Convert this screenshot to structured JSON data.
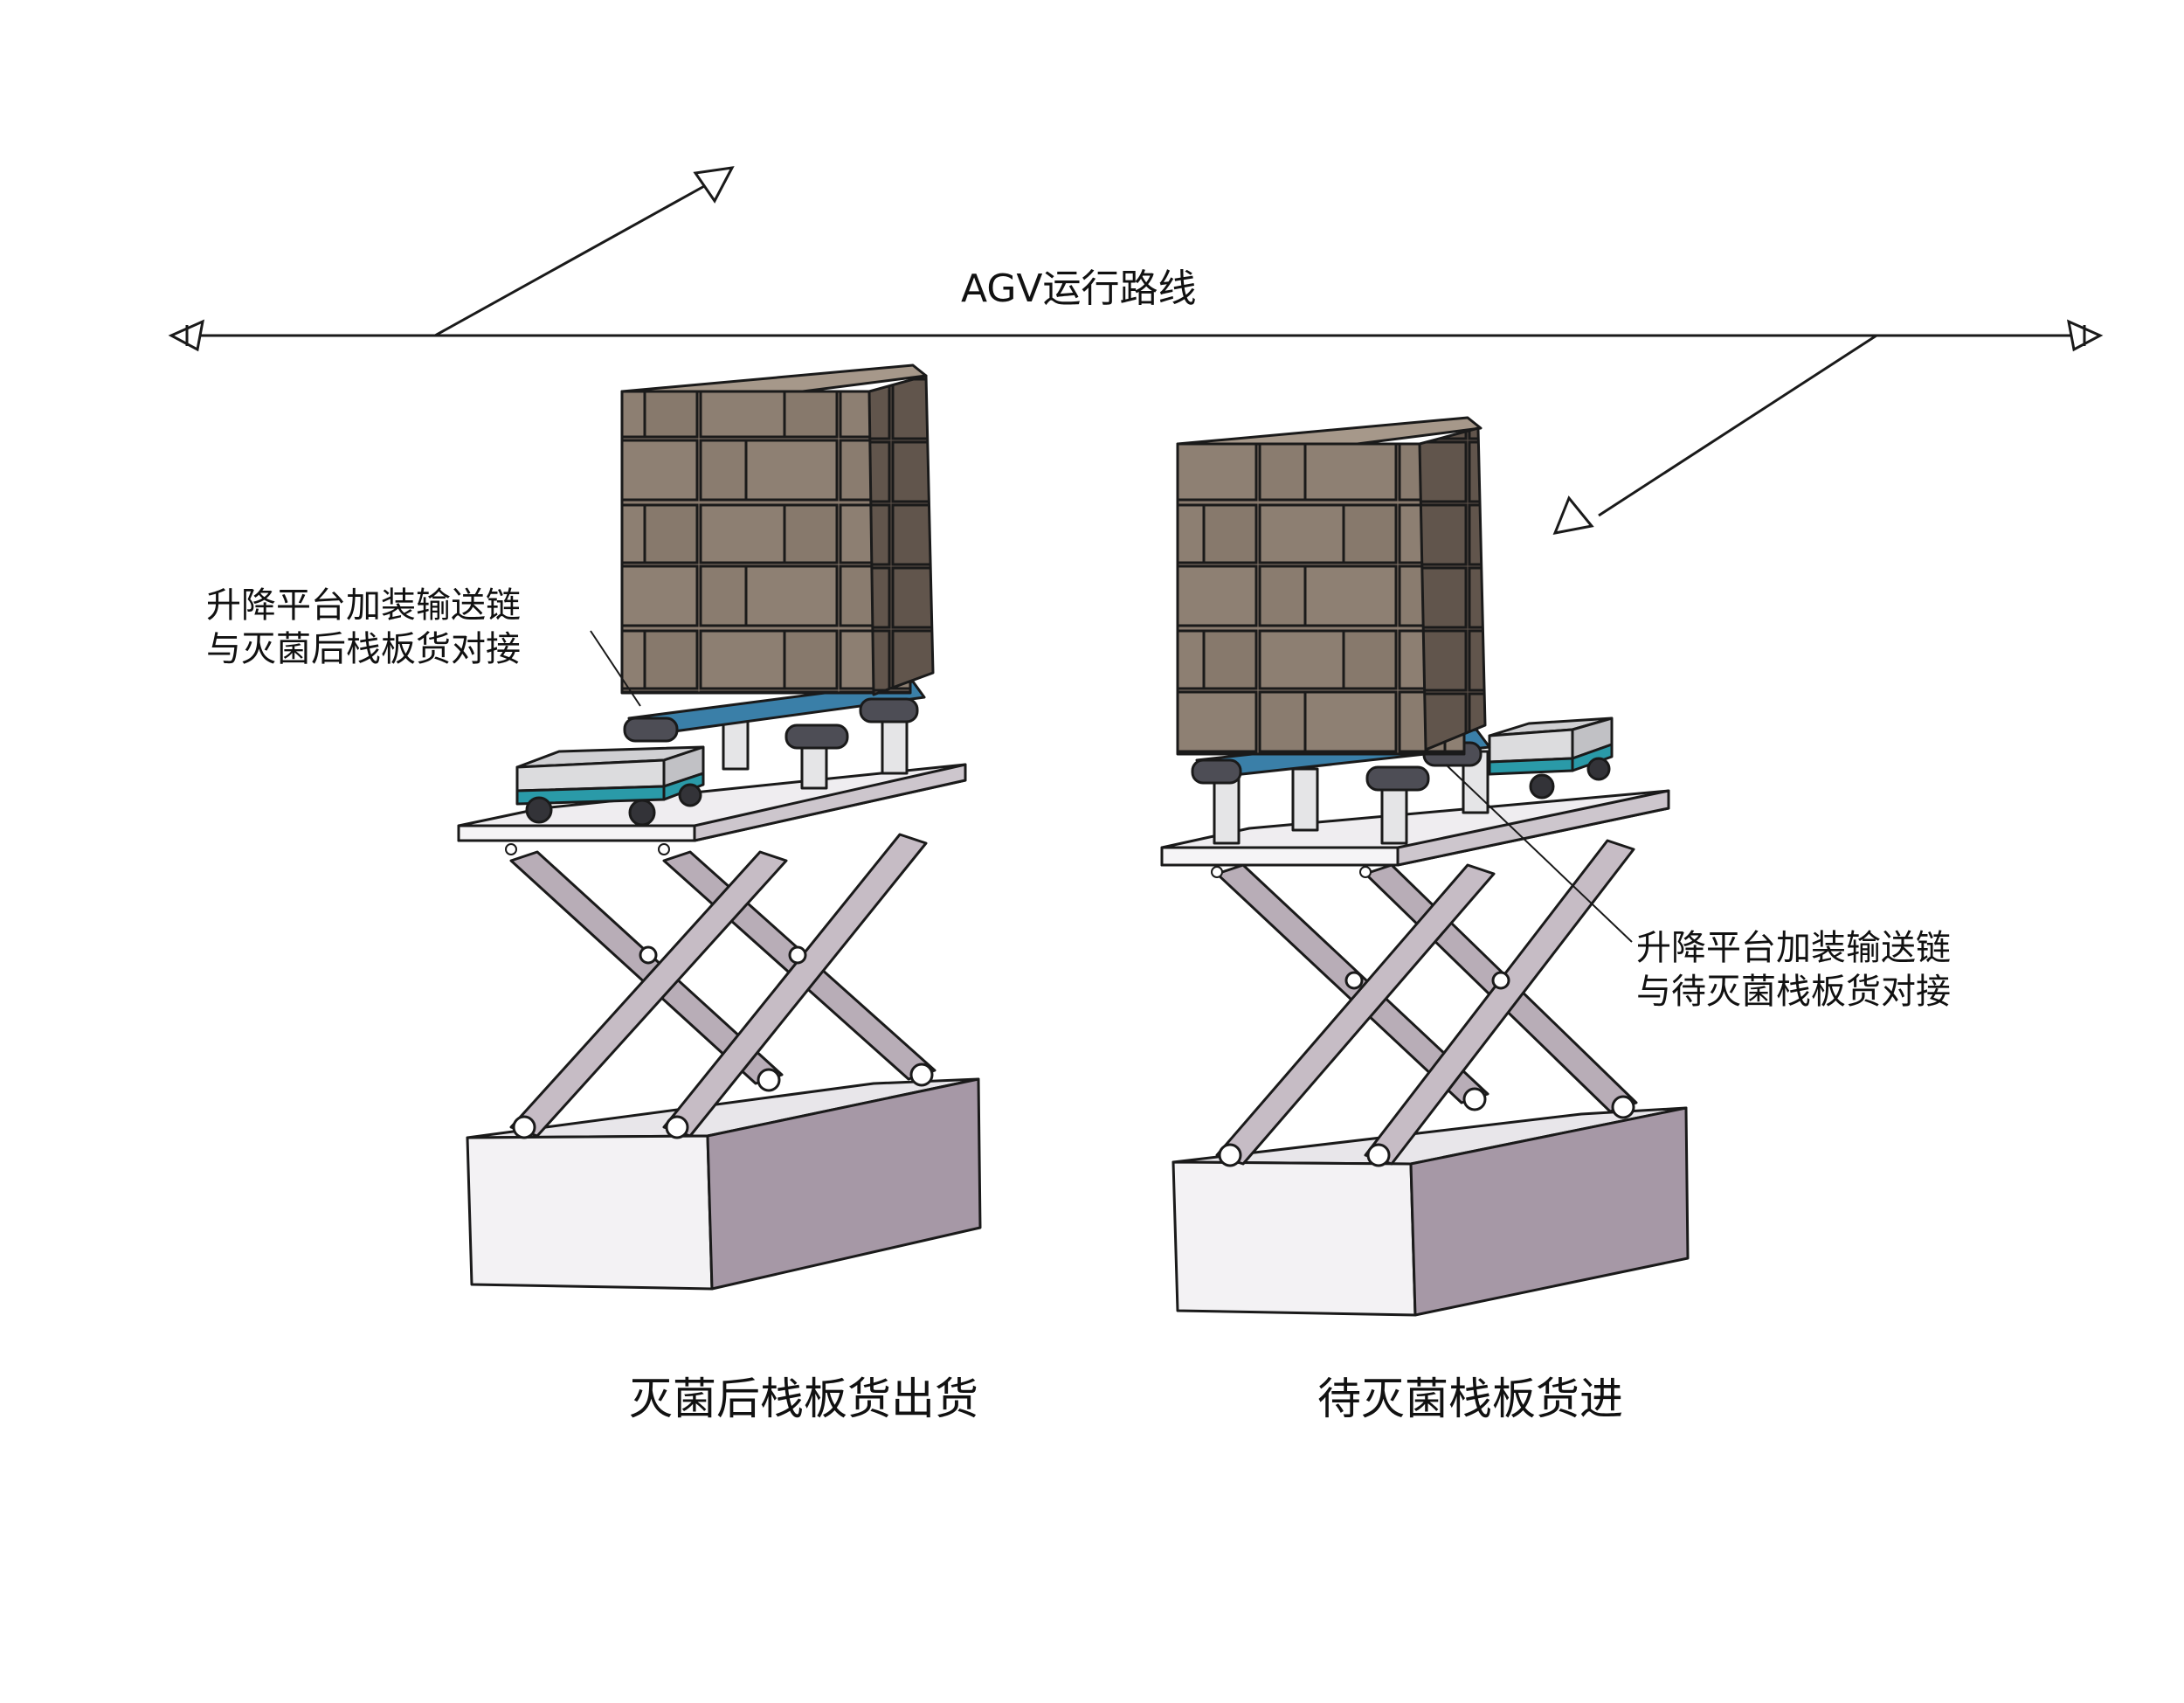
{
  "route": {
    "label": "AGV运行路线"
  },
  "left_station": {
    "callout": [
      "升降平台加装输送链",
      "与灭菌后栈板货对接"
    ],
    "caption": "灭菌后栈板货出货"
  },
  "right_station": {
    "callout": [
      "升降平台加装输送链",
      "与待灭菌栈板货对接"
    ],
    "caption": "待灭菌栈板货进"
  },
  "colors": {
    "carton": "#8a7b6e",
    "carton_side": "#5e524a",
    "carton_top": "#a6988a",
    "platform": "#e9e6ea",
    "scissor": "#b8adb7",
    "base_front": "#f3f2f4",
    "base_side": "#a698a6",
    "agv_body": "#dcdcde",
    "agv_stripe": "#2a9aa8",
    "conveyor": "#3a7fa8",
    "line": "#1a1a1a"
  }
}
